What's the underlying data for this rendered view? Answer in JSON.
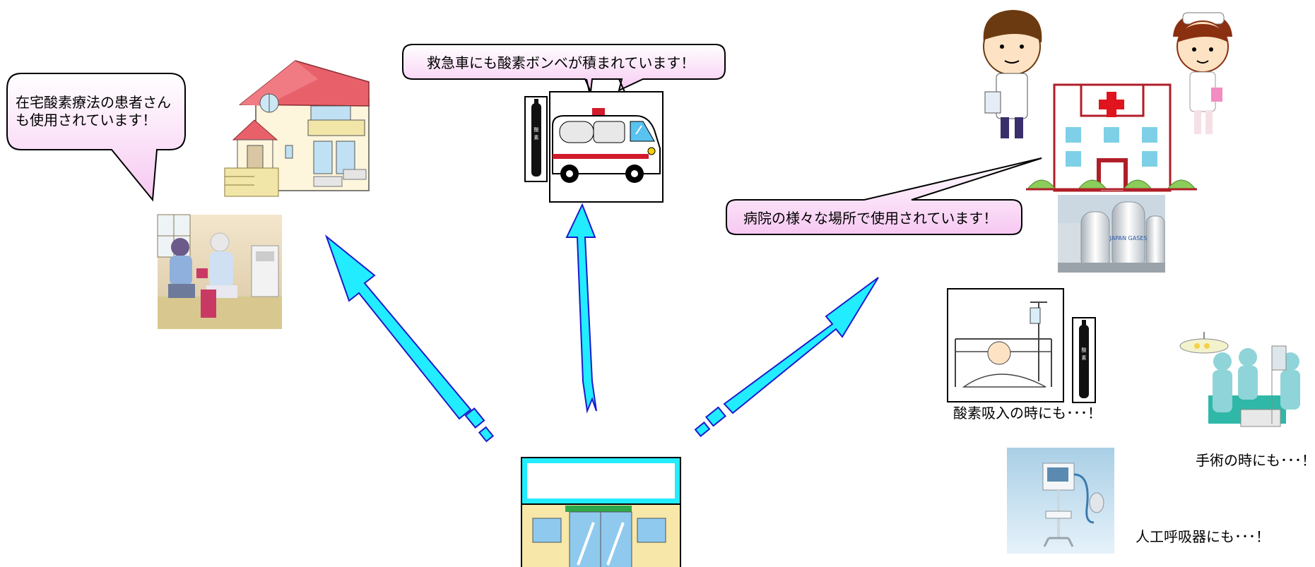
{
  "bubbles": {
    "home": {
      "line1": "在宅酸素療法の患者さん",
      "line2": "も使用されています！"
    },
    "ambulance": {
      "text": "救急車にも酸素ボンベが積まれています！"
    },
    "hospital": {
      "text": "病院の様々な場所で使用されています！"
    }
  },
  "captions": {
    "inhalation": "酸素吸入の時にも･･･！",
    "surgery": "手術の時にも･･･！",
    "ventilator": "人工呼吸器にも･･･！"
  },
  "tank_label": "JAPAN GASES",
  "colors": {
    "arrow_fill": "#22ecff",
    "arrow_stroke": "#1a1acc",
    "bubble_fill_top": "#ffffff",
    "bubble_fill_bottom": "#f7c8f2",
    "roof": "#e8616a",
    "cross": "#e0141e",
    "store_stripe": "#2ea84a"
  }
}
